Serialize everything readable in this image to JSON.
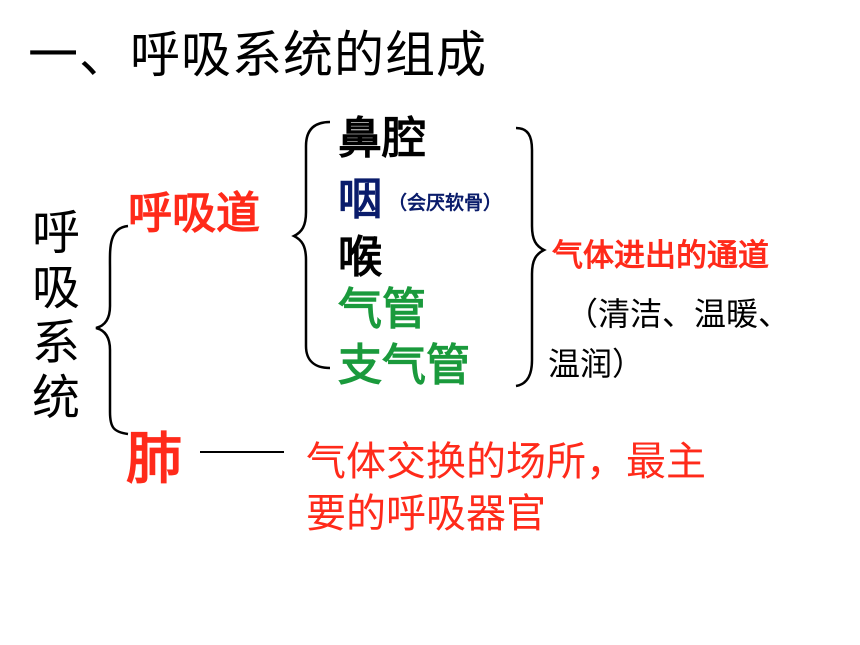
{
  "title": "一、呼吸系统的组成",
  "system": {
    "label": "呼吸系统"
  },
  "airway": {
    "label": "呼吸道",
    "organs": [
      "鼻腔",
      "咽",
      "喉",
      "气管",
      "支气管"
    ],
    "pharynx_note": "（会厌软骨）",
    "function": {
      "main": "气体进出的通道",
      "detail_line1": "（清洁、温暖、",
      "detail_line2": "温润）"
    }
  },
  "lung": {
    "label": "肺",
    "function_line1": "气体交换的场所，最主",
    "function_line2": "要的呼吸器官"
  },
  "colors": {
    "red": "#ff2a1a",
    "green": "#1a9a3c",
    "navy": "#0a1c6b",
    "black": "#000000"
  }
}
